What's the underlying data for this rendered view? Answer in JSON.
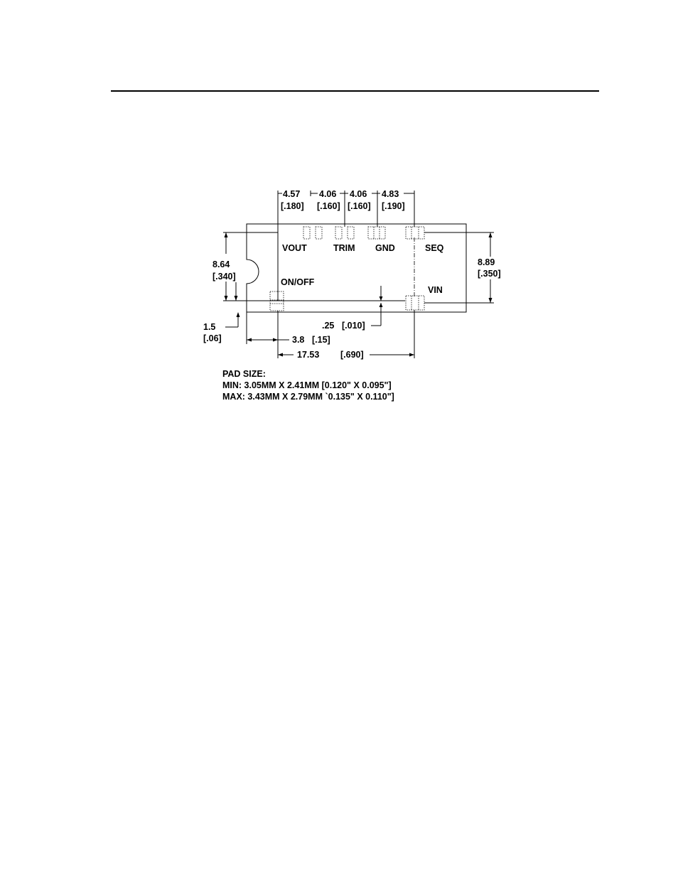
{
  "footprint": {
    "pin_labels": {
      "vout": "VOUT",
      "trim": "TRIM",
      "gnd": "GND",
      "seq": "SEQ",
      "on_off": "ON/OFF",
      "vin": "VIN"
    },
    "dims": {
      "pitch_1": {
        "mm": "4.57",
        "in": "[.180]"
      },
      "pitch_2": {
        "mm": "4.06",
        "in": "[.160]"
      },
      "pitch_3": {
        "mm": "4.06",
        "in": "[.160]"
      },
      "pitch_4": {
        "mm": "4.83",
        "in": "[.190]"
      },
      "height_left": {
        "mm": "8.64",
        "in": "[.340]"
      },
      "height_right": {
        "mm": "8.89",
        "in": "[.350]"
      },
      "edge_offset": {
        "mm": "1.5",
        "in": "[.06]"
      },
      "pin_offset": {
        "mm": "3.8",
        "in": "[.15]"
      },
      "pin_span": {
        "mm": "17.53",
        "in": "[.690]"
      },
      "coplanarity": {
        "mm": ".25",
        "in": "[.010]"
      }
    },
    "pad_size": {
      "title": "PAD SIZE:",
      "min": "MIN: 3.05MM X 2.41MM [0.120\" X 0.095\"]",
      "max": "MAX: 3.43MM X 2.79MM `0.135\" X 0.110\"]"
    }
  }
}
